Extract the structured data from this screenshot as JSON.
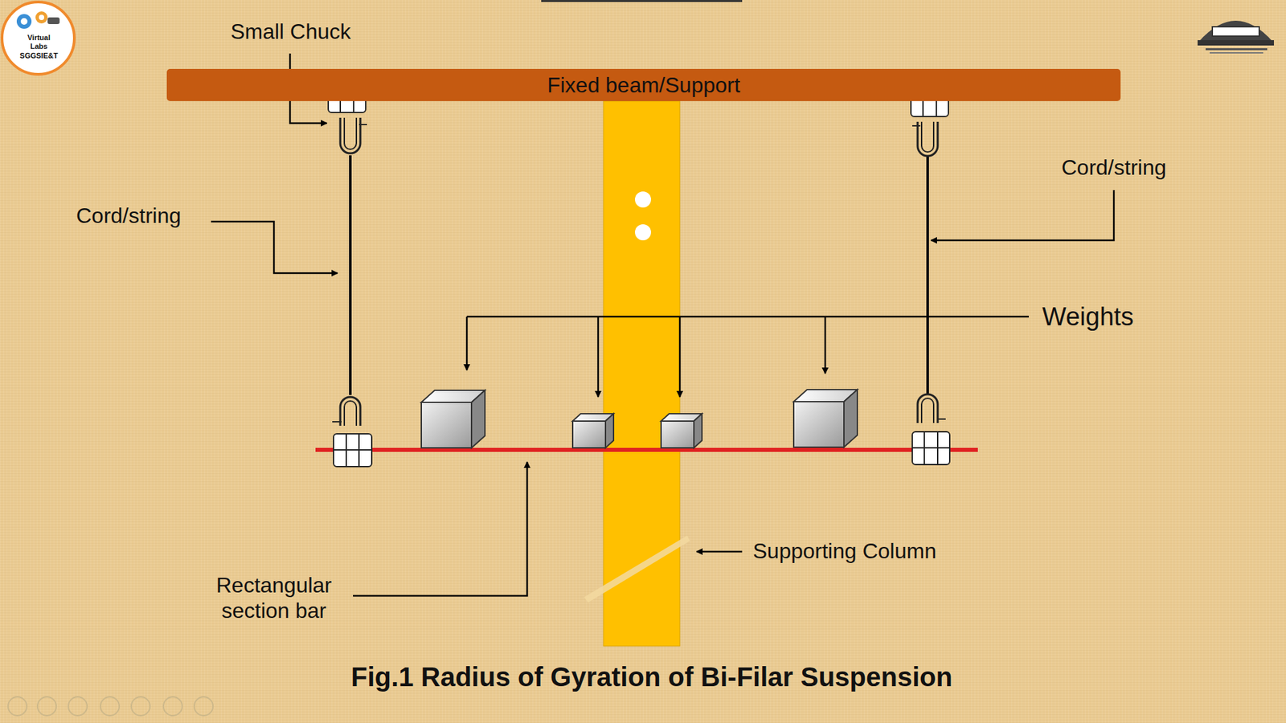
{
  "diagram": {
    "caption": "Fig.1 Radius of Gyration of Bi-Filar Suspension",
    "nodes": [
      {
        "text": [
          "Fixed beam/Support"
        ]
      }
    ],
    "labels": [
      "Virtual Labs SGGSIE&T",
      "Small Chuck",
      "Cord/string",
      "Cord/string",
      "Weights",
      "Rectangular section bar",
      "Supporting Column"
    ]
  }
}
